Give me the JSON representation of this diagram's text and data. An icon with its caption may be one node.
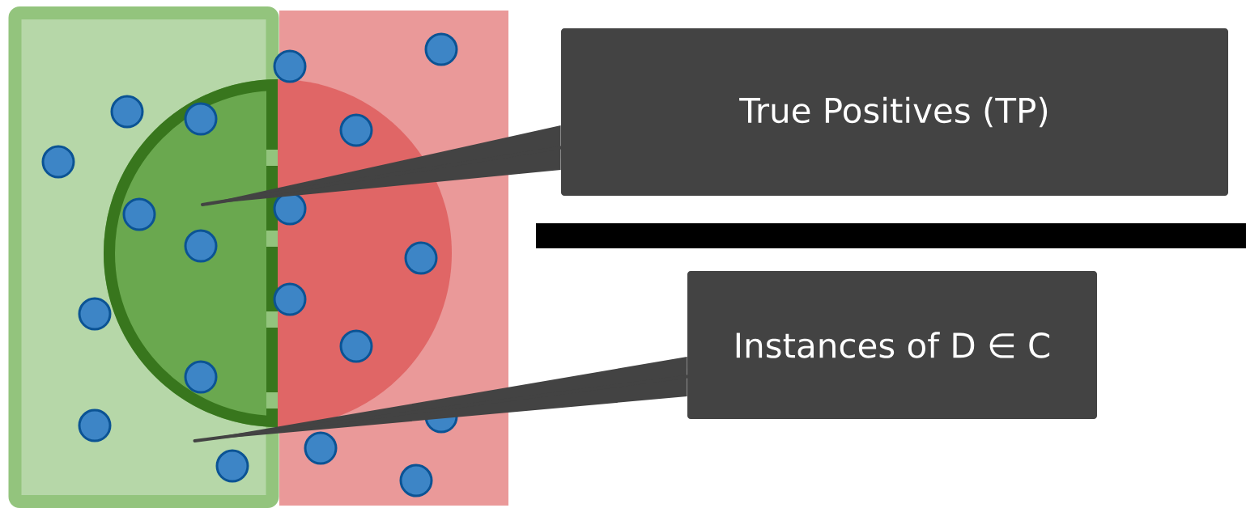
{
  "diagram": {
    "nodes": [
      {
        "text": [
          "True Positives (TP)"
        ]
      },
      {
        "text": [
          "Instances of D ∈ C"
        ]
      },
      {
        "text": [],
        "shape": "semicircle",
        "in": 3
      },
      {
        "text": [],
        "shape": "box"
      },
      {
        "text": [],
        "shape": "bar"
      }
    ],
    "edges": [
      {
        "from": 0,
        "to": 2,
        "arrow": "none"
      },
      {
        "from": 1,
        "to": 3,
        "arrow": "none"
      }
    ]
  }
}
